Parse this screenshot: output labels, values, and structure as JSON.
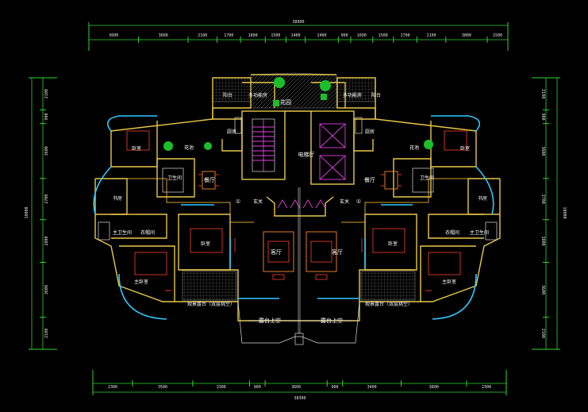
{
  "colors": {
    "background": "#000000",
    "dimension_lines": "#2fd62f",
    "walls": "#e8c84a",
    "windows": "#31c8ff",
    "furniture": "#e03a2a",
    "text": "#ffffff"
  },
  "dimensions": {
    "top_total": "38900",
    "top_segments": [
      "3600",
      "3600",
      "2100",
      "1700",
      "1800",
      "1500",
      "1400",
      "2400",
      "900",
      "1600",
      "1500",
      "1700",
      "2100",
      "3000",
      "1500"
    ],
    "bottom_total": "38300",
    "bottom_segments": [
      "2300",
      "3500",
      "3300",
      "900",
      "3600",
      "900",
      "3400",
      "3800",
      "2300"
    ],
    "left_total": "18000",
    "left_segments": [
      "2100",
      "900",
      "3600",
      "2700",
      "2800",
      "3600",
      "2100"
    ],
    "right_total": "18000",
    "right_segments": [
      "2100",
      "900",
      "3600",
      "2700",
      "2800",
      "3600",
      "2100"
    ]
  },
  "rooms": {
    "utility_left": "阳台",
    "multi_room_left": "多功能房",
    "garden_top": "花园",
    "multi_room_right": "多功能房",
    "utility_right": "阳台",
    "kitchen_left": "厨房",
    "kitchen_right": "厨房",
    "elevator_hall": "电梯厅",
    "bedroom_left": "卧室",
    "bedroom_right": "卧室",
    "balcony_left": "花池",
    "balcony_right": "花池",
    "bath_left": "卫生间",
    "bath_right": "卫生间",
    "dining_left": "餐厅",
    "dining_right": "餐厅",
    "study_left": "书房",
    "study_right": "书房",
    "foyer_left": "玄关",
    "foyer_right": "玄关",
    "master_bath_left": "主卫生间",
    "master_bath_right": "主卫生间",
    "closet_left": "衣帽间",
    "closet_right": "衣帽间",
    "bedroom2_left": "卧室",
    "bedroom2_right": "卧室",
    "living_left": "客厅",
    "living_right": "客厅",
    "master_left": "主卧室",
    "master_right": "主卧室",
    "terrace_left": "观景露台（双层挑空）",
    "terrace_right": "观景露台（双层挑空）",
    "void_left": "露台上空",
    "void_right": "露台上空"
  },
  "axis_marks": {
    "left": "①",
    "right": "①"
  }
}
